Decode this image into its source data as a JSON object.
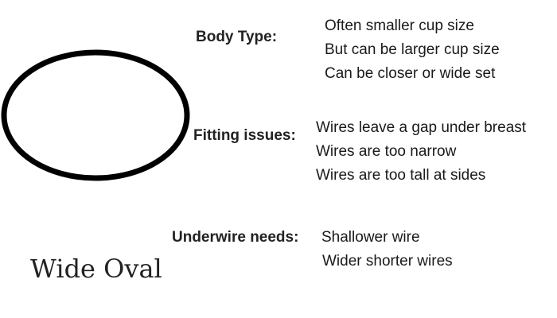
{
  "shape_name": "Wide Oval",
  "sections": {
    "body_type": {
      "heading": "Body Type:",
      "items": [
        "Often smaller cup size",
        "But can be larger cup size",
        "Can be closer or wide set"
      ]
    },
    "fitting_issues": {
      "heading": "Fitting issues:",
      "items": [
        "Wires leave a gap under breast",
        "Wires are too narrow",
        "Wires are too tall at sides"
      ]
    },
    "underwire_needs": {
      "heading": "Underwire needs:",
      "items": [
        "Shallower wire",
        "Wider shorter wires"
      ]
    }
  },
  "colors": {
    "background": "#ffffff",
    "text": "#1a1a1a",
    "outline": "#000000"
  },
  "icons": {
    "shape_illustration": "wide-oval-outline-icon"
  }
}
